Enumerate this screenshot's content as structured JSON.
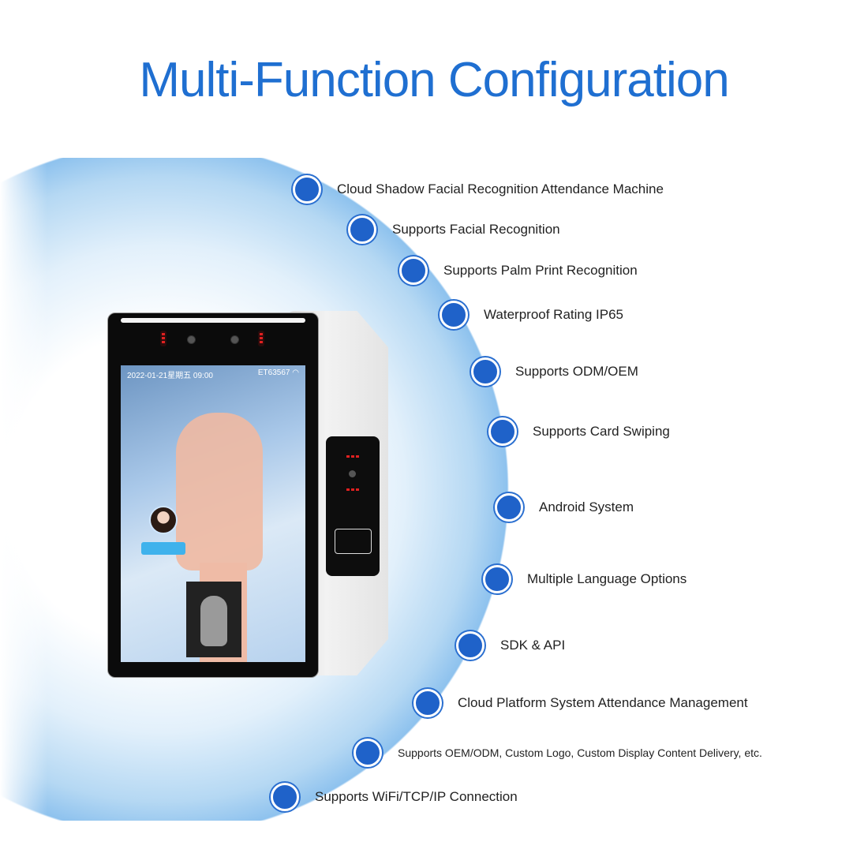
{
  "title": "Multi-Function Configuration",
  "colors": {
    "accent": "#1f6fd1",
    "bullet": "#1f62c9"
  },
  "device": {
    "screen_datetime": "2022-01-21星期五 09:00",
    "screen_device_id": "ET63567",
    "icons": [
      "wifi-icon",
      "camera-icon",
      "card-reader-icon"
    ]
  },
  "features": [
    "Cloud Shadow Facial Recognition Attendance Machine",
    "Supports Facial Recognition",
    "Supports Palm Print Recognition",
    "Waterproof Rating IP65",
    "Supports ODM/OEM",
    "Supports Card Swiping",
    "Android System",
    "Multiple Language Options",
    "SDK & API",
    "Cloud Platform System Attendance Management",
    "Supports OEM/ODM, Custom Logo, Custom Display Content Delivery, etc.",
    "Supports WiFi/TCP/IP Connection"
  ]
}
